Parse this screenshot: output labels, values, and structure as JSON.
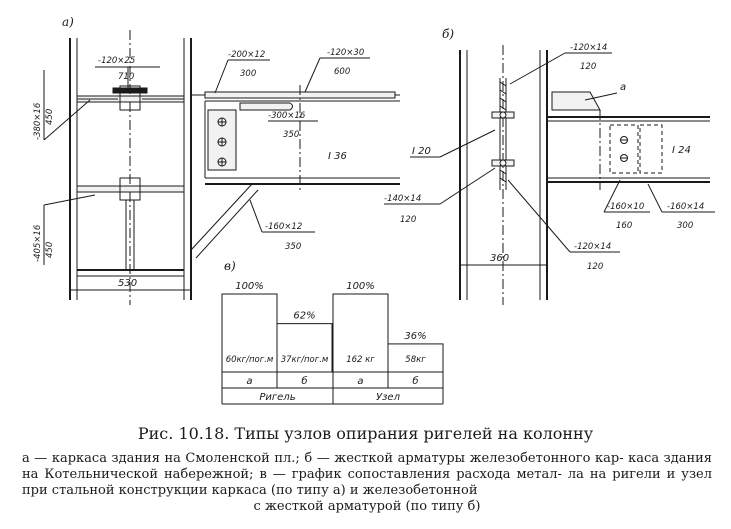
{
  "section_labels": {
    "a": "а)",
    "b": "б)",
    "v": "в)"
  },
  "dimensions_a": {
    "top_plate": "-120×25",
    "top_plate_len": "710",
    "side_top": "-380×16",
    "side_top_len": "450",
    "side_bottom": "-405×16",
    "side_bottom_len": "450",
    "column_width": "530",
    "plate_200": "-200×12",
    "plate_200_len": "300",
    "plate_120x30": "-120×30",
    "plate_120x30_len": "600",
    "plate_300": "-300×16",
    "plate_300_len": "350",
    "beam": "I 36",
    "plate_160": "-160×12",
    "plate_160_len": "350"
  },
  "dimensions_b": {
    "plate_top": "-120×14",
    "plate_top_len": "120",
    "label_a": "а",
    "beam_column": "I 20",
    "beam": "I 24",
    "plate_140": "-140×14",
    "plate_140_len": "120",
    "plate_160x10": "-160×10",
    "plate_160x10_len": "160",
    "plate_160x14": "-160×14",
    "plate_160x14_len": "300",
    "plate_bottom": "-120×14",
    "plate_bottom_len": "120",
    "column_width": "360"
  },
  "chart_data": {
    "type": "bar",
    "groups": [
      "Ригель",
      "Узел"
    ],
    "categories": [
      "а",
      "б",
      "а",
      "б"
    ],
    "values": [
      100,
      62,
      100,
      36
    ],
    "percent_labels": [
      "100%",
      "62%",
      "100%",
      "36%"
    ],
    "value_labels": [
      "60кг/пог.м",
      "37кг/пог.м",
      "162 кг",
      "58кг"
    ],
    "ylim": [
      0,
      100
    ]
  },
  "caption": "Рис. 10.18. Типы узлов опирания ригелей на колонну",
  "legend": {
    "line1": "а — каркаса здания на Смоленской пл.; б — жесткой арматуры железобетонного кар-",
    "line2": "каса здания на Котельнической набережной; в — график сопоставления расхода метал-",
    "line3": "ла на ригели и узел при стальной конструкции каркаса (по типу а) и железобетонной",
    "line4": "с жесткой арматурой (по типу б)"
  }
}
